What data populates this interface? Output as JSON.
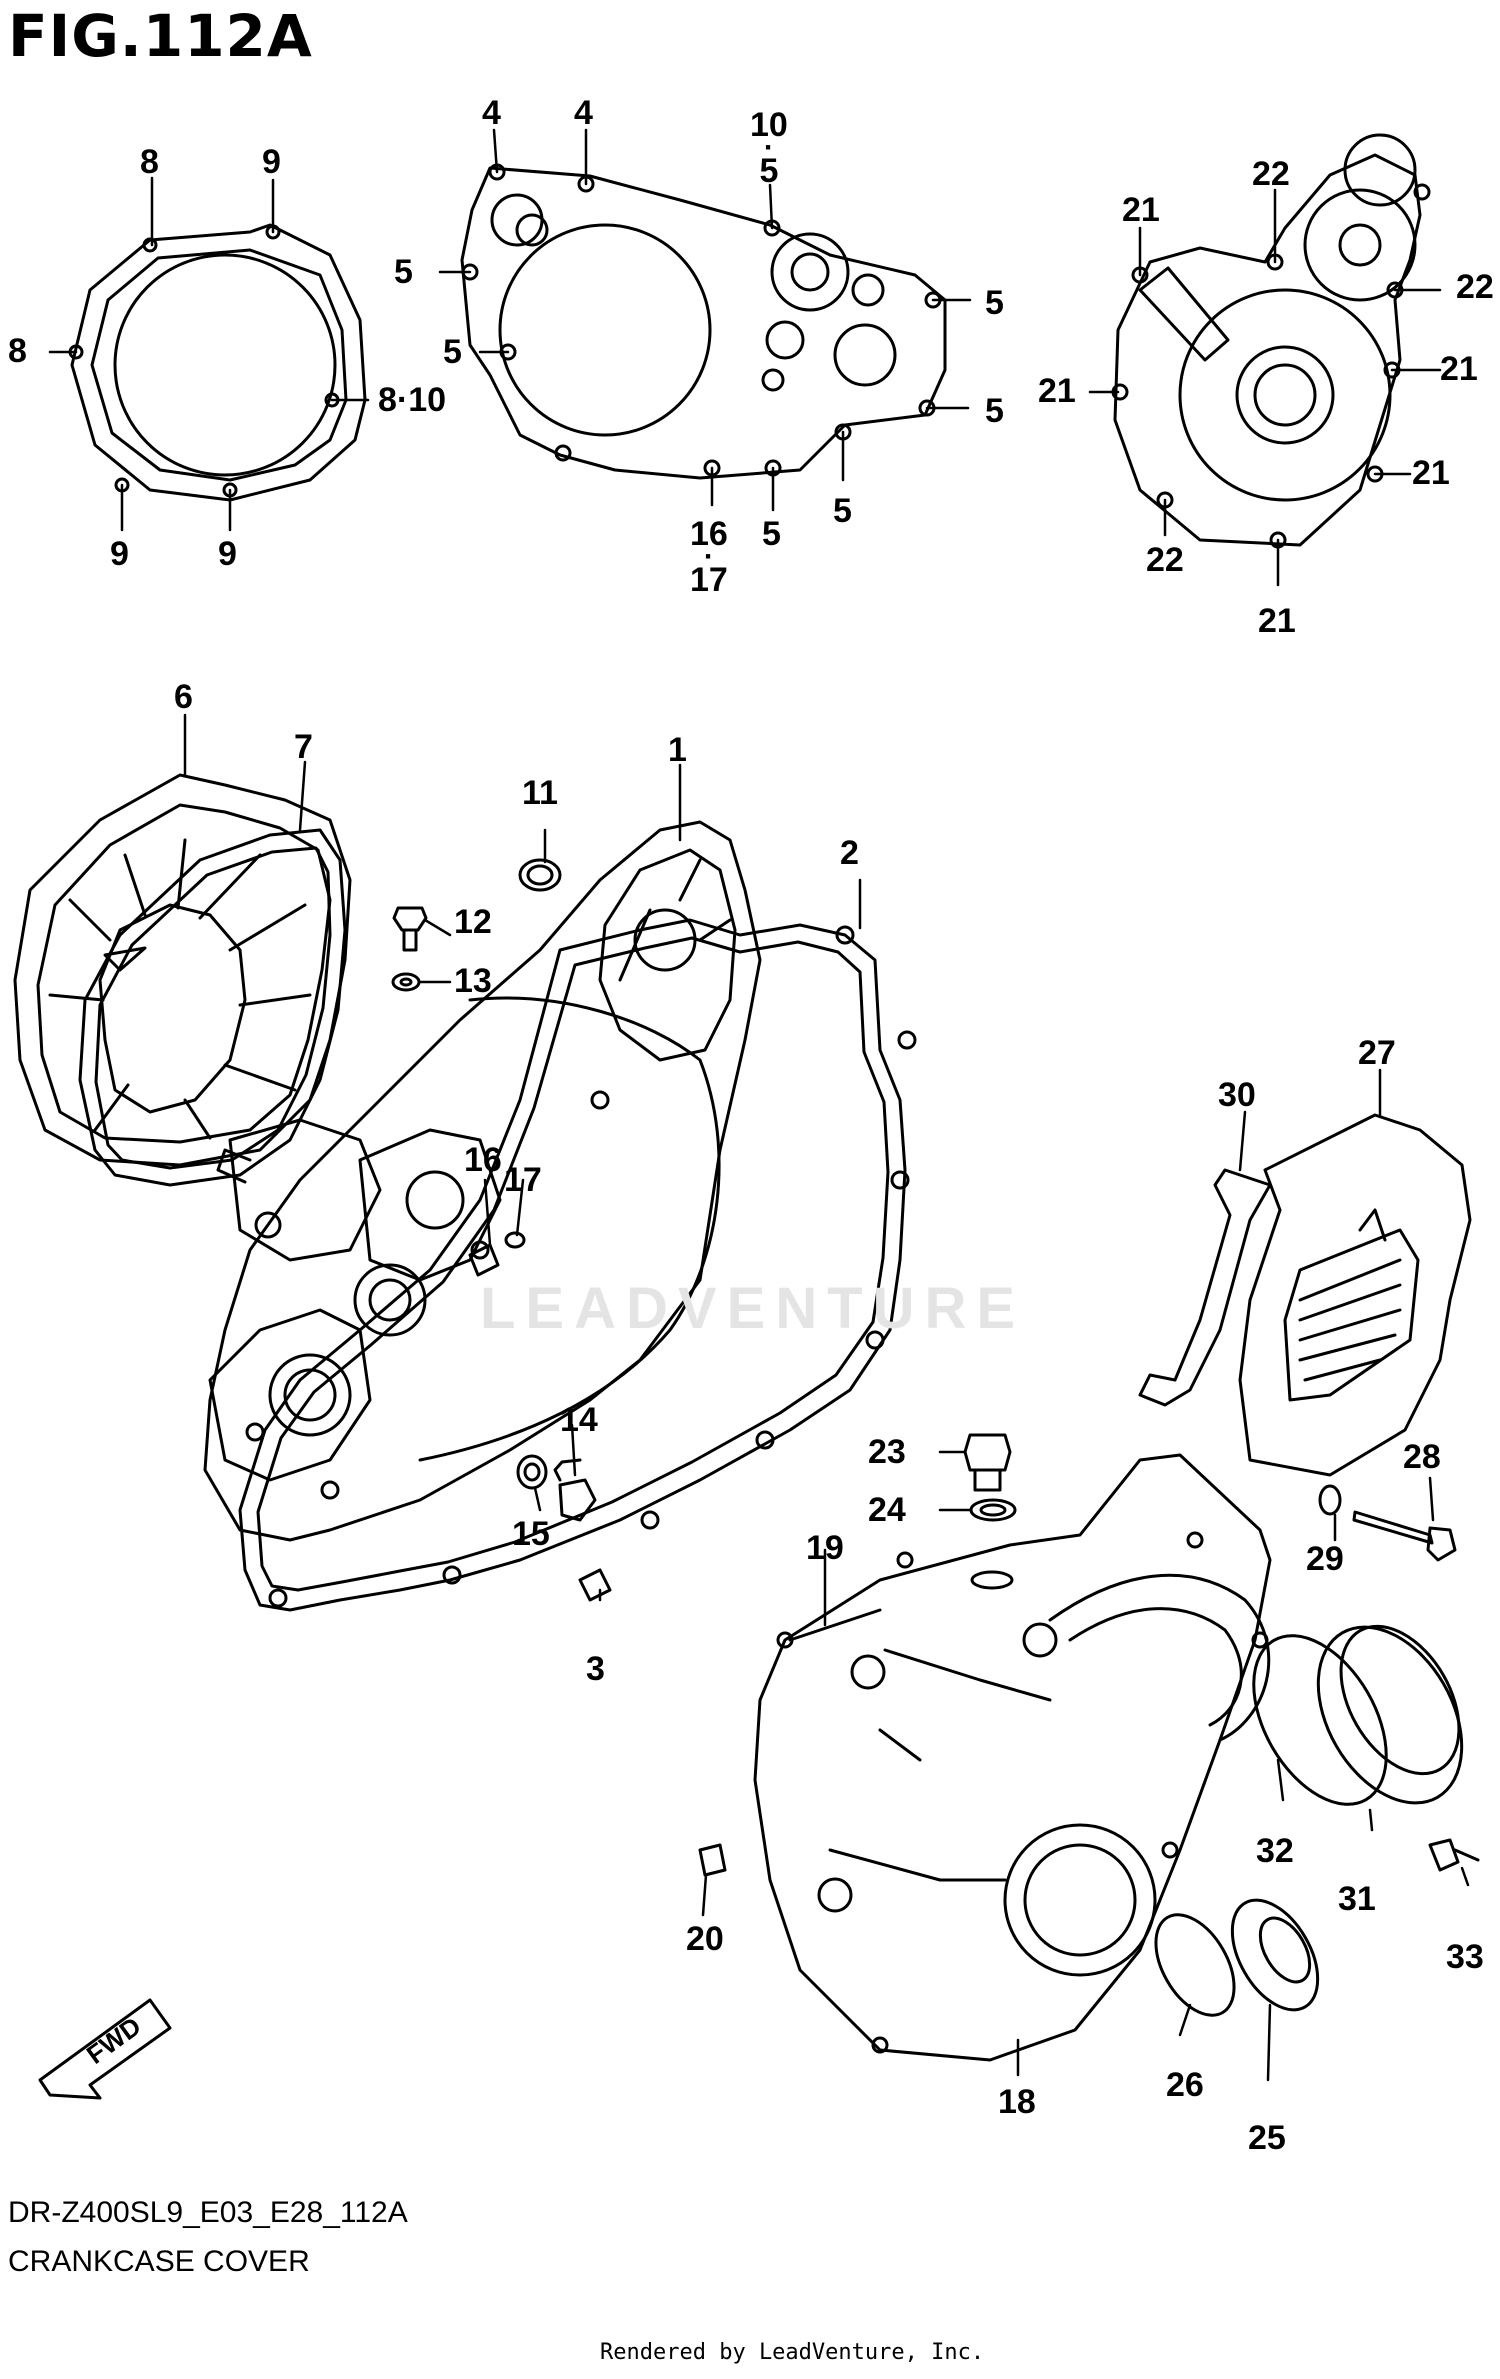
{
  "figure": {
    "title": "FIG.112A",
    "code": "DR-Z400SL9_E03_E28_112A",
    "name": "CRANKCASE COVER",
    "credit": "Rendered by LeadVenture, Inc.",
    "watermark": "LEADVENTURE",
    "direction_label": "FWD"
  },
  "callouts": {
    "c8_top": "8",
    "c9_top": "9",
    "c8_left": "8",
    "c8_10": "8·10",
    "c9_bl": "9",
    "c9_br": "9",
    "c4_a": "4",
    "c4_b": "4",
    "c10": "10",
    "c5_under10": "5",
    "c5_l1": "5",
    "c5_l2": "5",
    "c5_r1": "5",
    "c5_r2": "5",
    "c5_b1": "5",
    "c5_b2": "5",
    "c16_top": "16",
    "c17_top": "17",
    "c22_top": "22",
    "c21_tl": "21",
    "c22_r": "22",
    "c21_r1": "21",
    "c21_l": "21",
    "c21_r2": "21",
    "c22_bl": "22",
    "c21_b": "21",
    "p1": "1",
    "p2": "2",
    "p3": "3",
    "p6": "6",
    "p7": "7",
    "p11": "11",
    "p12": "12",
    "p13": "13",
    "p14": "14",
    "p15": "15",
    "p16": "16",
    "p17": "17",
    "p18": "18",
    "p19": "19",
    "p20": "20",
    "p23": "23",
    "p24": "24",
    "p25": "25",
    "p26": "26",
    "p27": "27",
    "p28": "28",
    "p29": "29",
    "p30": "30",
    "p31": "31",
    "p32": "32",
    "p33": "33"
  },
  "colors": {
    "ink": "#000000",
    "paper": "#ffffff",
    "watermark": "#e4e4e4"
  }
}
